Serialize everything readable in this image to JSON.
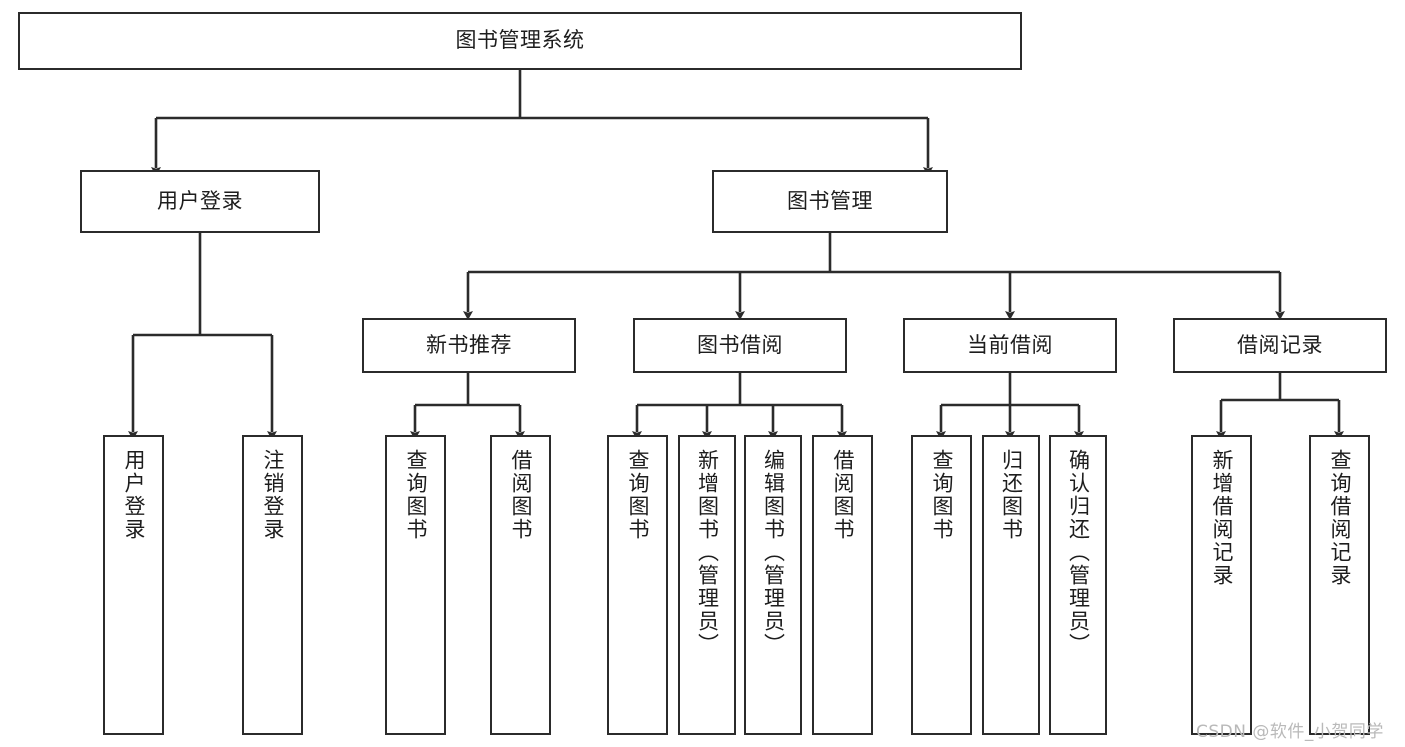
{
  "diagram": {
    "title": "图书管理系统",
    "type": "tree-hierarchy",
    "orientation": "top-down",
    "style": {
      "background": "#ffffff",
      "box_stroke": "#2b2b2b",
      "box_fill": "#ffffff",
      "edge_stroke": "#2b2b2b",
      "text_color": "#1d1d1d"
    }
  },
  "root": {
    "label": "图书管理系统"
  },
  "level2": [
    {
      "label": "用户登录"
    },
    {
      "label": "图书管理"
    }
  ],
  "level3": [
    {
      "label": "新书推荐"
    },
    {
      "label": "图书借阅"
    },
    {
      "label": "当前借阅"
    },
    {
      "label": "借阅记录"
    }
  ],
  "leaves": {
    "user_login": [
      {
        "label": "用户登录"
      },
      {
        "label": "注销登录"
      }
    ],
    "new_book_recommend": [
      {
        "label": "查询图书"
      },
      {
        "label": "借阅图书"
      }
    ],
    "book_borrow": [
      {
        "label": "查询图书"
      },
      {
        "label": "新增图书（管理员）"
      },
      {
        "label": "编辑图书（管理员）"
      },
      {
        "label": "借阅图书"
      }
    ],
    "current_borrow": [
      {
        "label": "查询图书"
      },
      {
        "label": "归还图书"
      },
      {
        "label": "确认归还（管理员）"
      }
    ],
    "borrow_records": [
      {
        "label": "新增借阅记录"
      },
      {
        "label": "查询借阅记录"
      }
    ]
  },
  "watermark": {
    "text": "CSDN @软件_小贺同学"
  }
}
